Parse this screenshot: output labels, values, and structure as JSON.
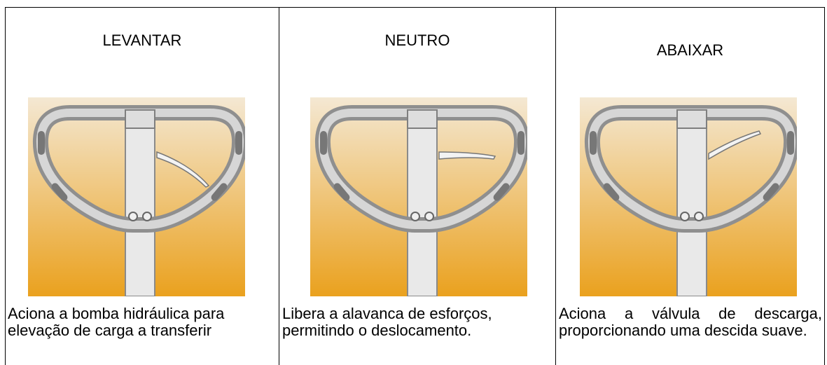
{
  "columns": [
    {
      "title": "LEVANTAR",
      "description": "Aciona a bomba hidráulica para elevação de carga a transferir",
      "lever_position": "down"
    },
    {
      "title": "NEUTRO",
      "description": "Libera a alavanca de esforços, permitindo o deslocamento.",
      "lever_position": "middle"
    },
    {
      "title": "ABAIXAR",
      "description": "Aciona a válvula de descarga, proporcionando uma descida suave.",
      "lever_position": "up"
    }
  ],
  "colors": {
    "gradient_top": "#f4e8d3",
    "gradient_bottom": "#eaa11e",
    "handle_metal": "#a9a9a9",
    "border": "#000000"
  }
}
